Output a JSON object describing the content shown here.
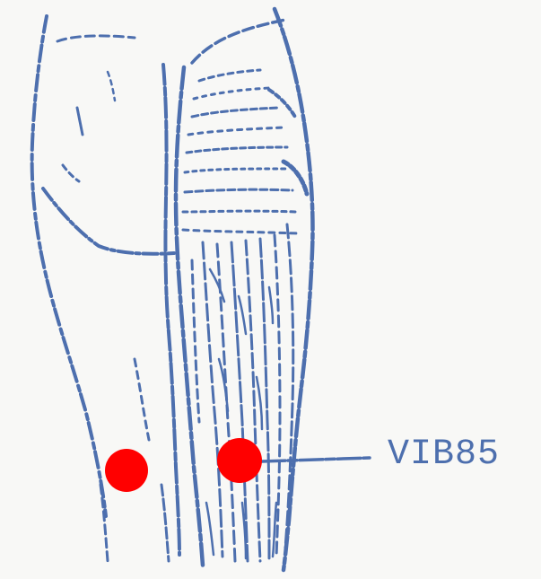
{
  "diagram": {
    "point_label": "VIB85",
    "colors": {
      "ink": "#4d6fae",
      "ink_light": "#7e97c7",
      "point": "#ff0000",
      "paper": "#f8f8f6"
    },
    "points": [
      {
        "id": "left-point",
        "labeled": false
      },
      {
        "id": "vib85-point",
        "labeled": true
      }
    ]
  }
}
